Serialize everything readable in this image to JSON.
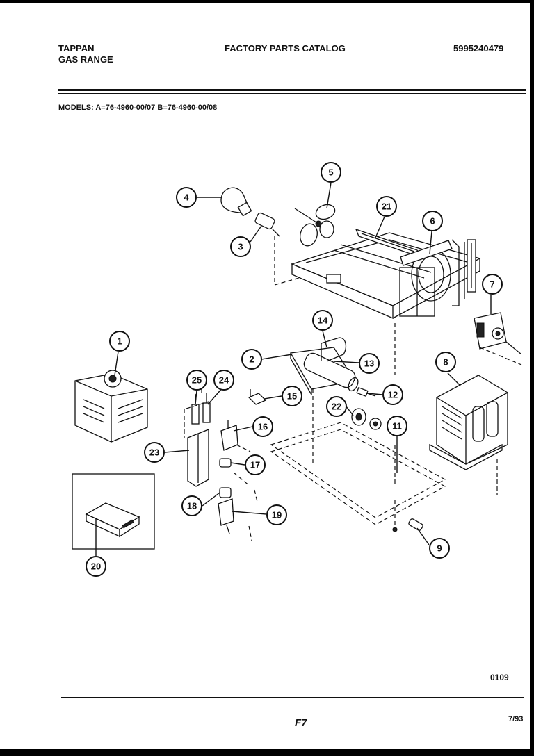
{
  "header": {
    "brand": "TAPPAN",
    "product": "GAS RANGE",
    "catalog_title": "FACTORY PARTS CATALOG",
    "catalog_number": "5995240479"
  },
  "models_line": "MODELS:   A=76-4960-00/07   B=76-4960-00/08",
  "callouts": [
    "1",
    "2",
    "3",
    "4",
    "5",
    "6",
    "7",
    "8",
    "9",
    "11",
    "12",
    "13",
    "14",
    "15",
    "16",
    "17",
    "18",
    "19",
    "20",
    "21",
    "22",
    "23",
    "24",
    "25"
  ],
  "diagram_code": "0109",
  "footer": {
    "page": "F7",
    "date": "7/93"
  }
}
